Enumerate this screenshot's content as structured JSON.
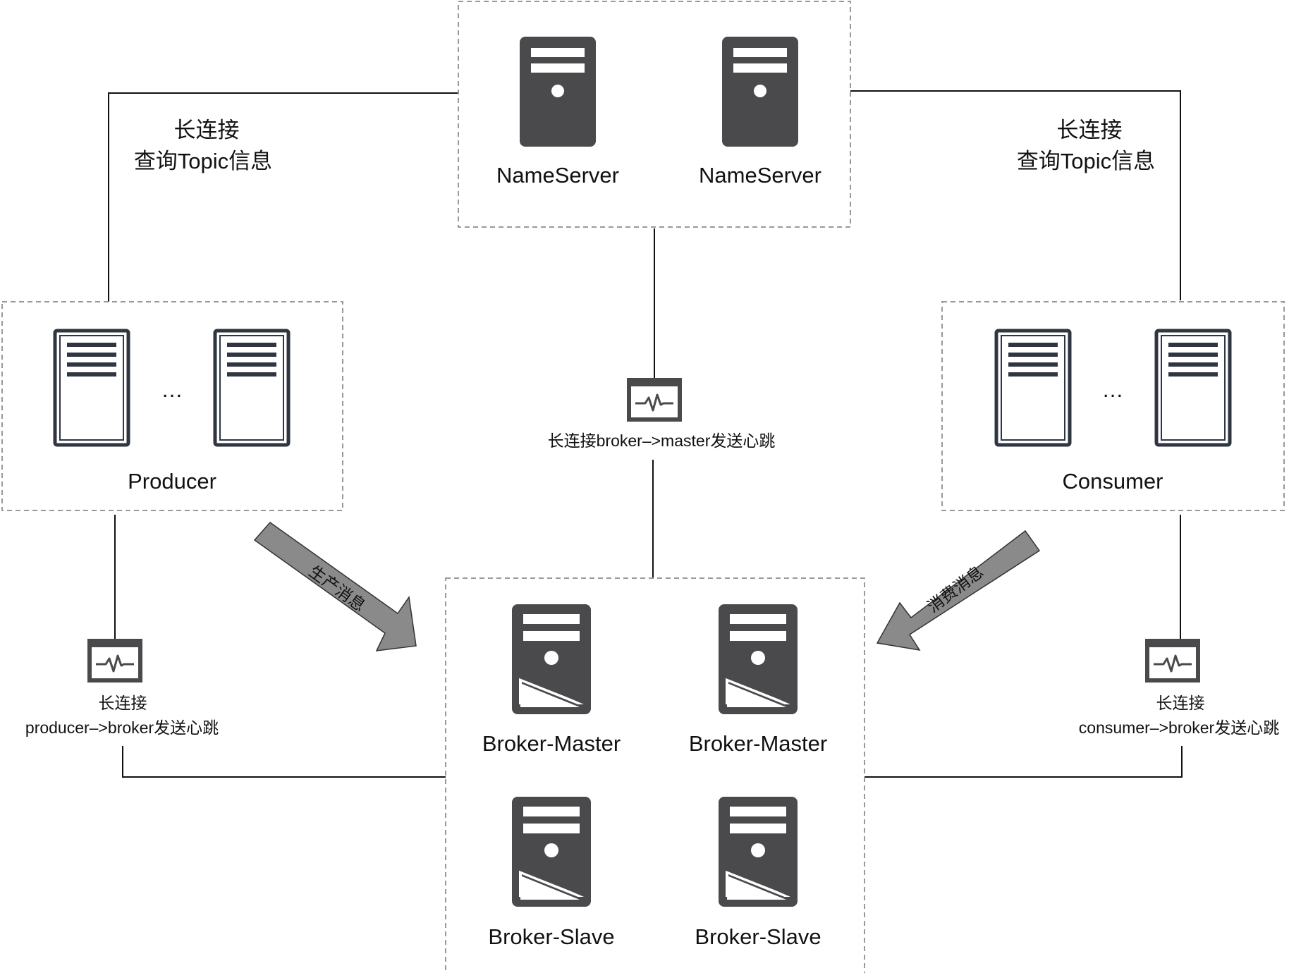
{
  "nameserver": {
    "servers": [
      {
        "label": "NameServer"
      },
      {
        "label": "NameServer"
      }
    ]
  },
  "producer": {
    "label": "Producer",
    "ellipsis": "…",
    "conn_label_line1": "长连接",
    "conn_label_line2": "查询Topic信息",
    "heartbeat_line1": "长连接",
    "heartbeat_line2": "producer–>broker发送心跳",
    "arrow_label": "生产消息"
  },
  "consumer": {
    "label": "Consumer",
    "ellipsis": "…",
    "conn_label_line1": "长连接",
    "conn_label_line2": "查询Topic信息",
    "heartbeat_line1": "长连接",
    "heartbeat_line2": "consumer–>broker发送心跳",
    "arrow_label": "消费消息"
  },
  "broker": {
    "heartbeat": "长连接broker–>master发送心跳",
    "masters": [
      {
        "label": "Broker-Master"
      },
      {
        "label": "Broker-Master"
      }
    ],
    "slaves": [
      {
        "label": "Broker-Slave"
      },
      {
        "label": "Broker-Slave"
      }
    ]
  },
  "colors": {
    "server_fill": "#4a4a4c",
    "client_stroke": "#2f3642",
    "line": "#111111",
    "dash": "#999999",
    "arrow_fill": "#8a8a8a"
  },
  "icons": {
    "nameserver": "server-tower-icon",
    "client": "document-server-icon",
    "broker": "server-storage-icon",
    "heartbeat": "heartbeat-monitor-icon"
  }
}
